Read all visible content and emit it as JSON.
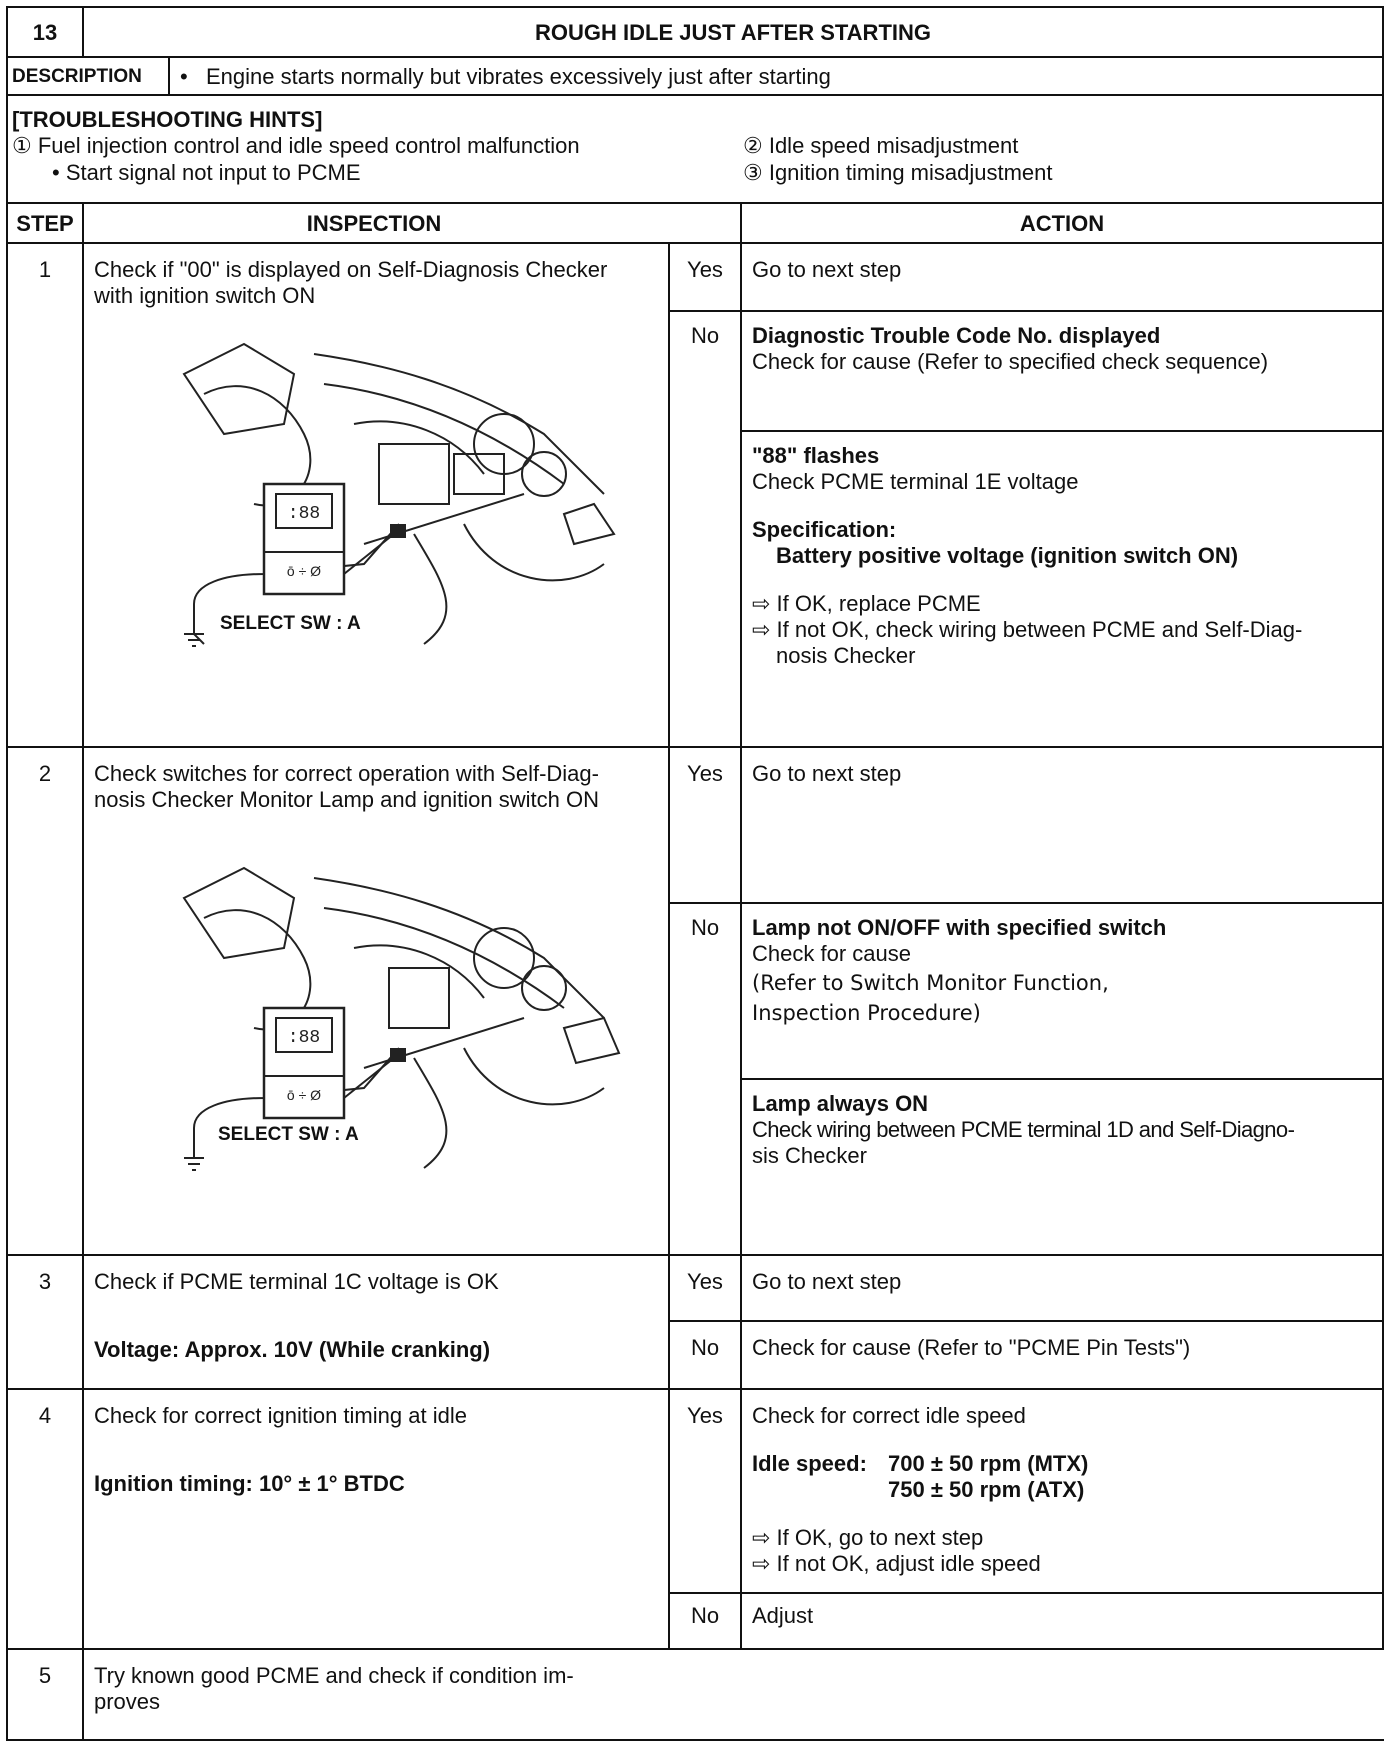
{
  "header": {
    "number": "13",
    "title": "ROUGH IDLE JUST AFTER STARTING"
  },
  "description": {
    "label": "DESCRIPTION",
    "bullet": "•",
    "text": "Engine starts normally but vibrates excessively just after starting"
  },
  "hints": {
    "title": "[TROUBLESHOOTING HINTS]",
    "items": [
      "① Fuel injection control and idle speed control malfunction",
      "• Start signal not input to PCME",
      "② Idle speed misadjustment",
      "③ Ignition timing misadjustment"
    ]
  },
  "columns": {
    "step": "STEP",
    "inspection": "INSPECTION",
    "action": "ACTION"
  },
  "steps": [
    {
      "number": "1",
      "inspection": [
        "Check if \"00\" is displayed on Self-Diagnosis Checker",
        "with ignition switch ON"
      ],
      "illustration_label": "SELECT SW : A",
      "yes_label": "Yes",
      "yes_action": "Go to next step",
      "no_label": "No",
      "no_actions": [
        {
          "title": "Diagnostic Trouble Code No. displayed",
          "lines": [
            "Check for cause (Refer to specified check sequence)"
          ]
        },
        {
          "title": "\"88\" flashes",
          "lines": [
            "Check PCME terminal 1E voltage"
          ],
          "spec_title": "Specification:",
          "spec_value": "Battery positive voltage (ignition switch ON)",
          "bullets": [
            "⇨ If OK, replace PCME",
            "⇨ If not OK, check wiring between PCME and Self-Diag-",
            "nosis Checker"
          ]
        }
      ]
    },
    {
      "number": "2",
      "inspection": [
        "Check switches for correct operation with Self-Diag-",
        "nosis Checker Monitor Lamp and ignition switch ON"
      ],
      "illustration_label": "SELECT SW : A",
      "yes_label": "Yes",
      "yes_action": "Go to next step",
      "no_label": "No",
      "no_actions": [
        {
          "title": "Lamp not ON/OFF with specified switch",
          "lines": [
            "Check for cause",
            "(Refer to Switch Monitor Function,",
            "Inspection Procedure)"
          ]
        },
        {
          "title": "Lamp always ON",
          "lines": [
            "Check wiring between PCME terminal 1D and Self-Diagno-",
            "sis Checker"
          ]
        }
      ]
    },
    {
      "number": "3",
      "inspection": [
        "Check if PCME terminal 1C voltage is OK"
      ],
      "spec": "Voltage: Approx. 10V (While cranking)",
      "yes_label": "Yes",
      "yes_action": "Go to next step",
      "no_label": "No",
      "no_action": "Check for cause (Refer to \"PCME Pin Tests\")"
    },
    {
      "number": "4",
      "inspection": [
        "Check for correct ignition timing at idle"
      ],
      "spec": "Ignition timing: 10° ± 1° BTDC",
      "yes_label": "Yes",
      "yes_action": "Check for correct idle speed",
      "idle_label": "Idle speed:",
      "idle_values": [
        "700 ± 50 rpm (MTX)",
        "750 ± 50 rpm (ATX)"
      ],
      "yes_bullets": [
        "⇨ If OK, go to next step",
        "⇨ If not OK, adjust idle speed"
      ],
      "no_label": "No",
      "no_action": "Adjust"
    },
    {
      "number": "5",
      "inspection": [
        "Try known good PCME and check if condition im-",
        "proves"
      ]
    }
  ]
}
